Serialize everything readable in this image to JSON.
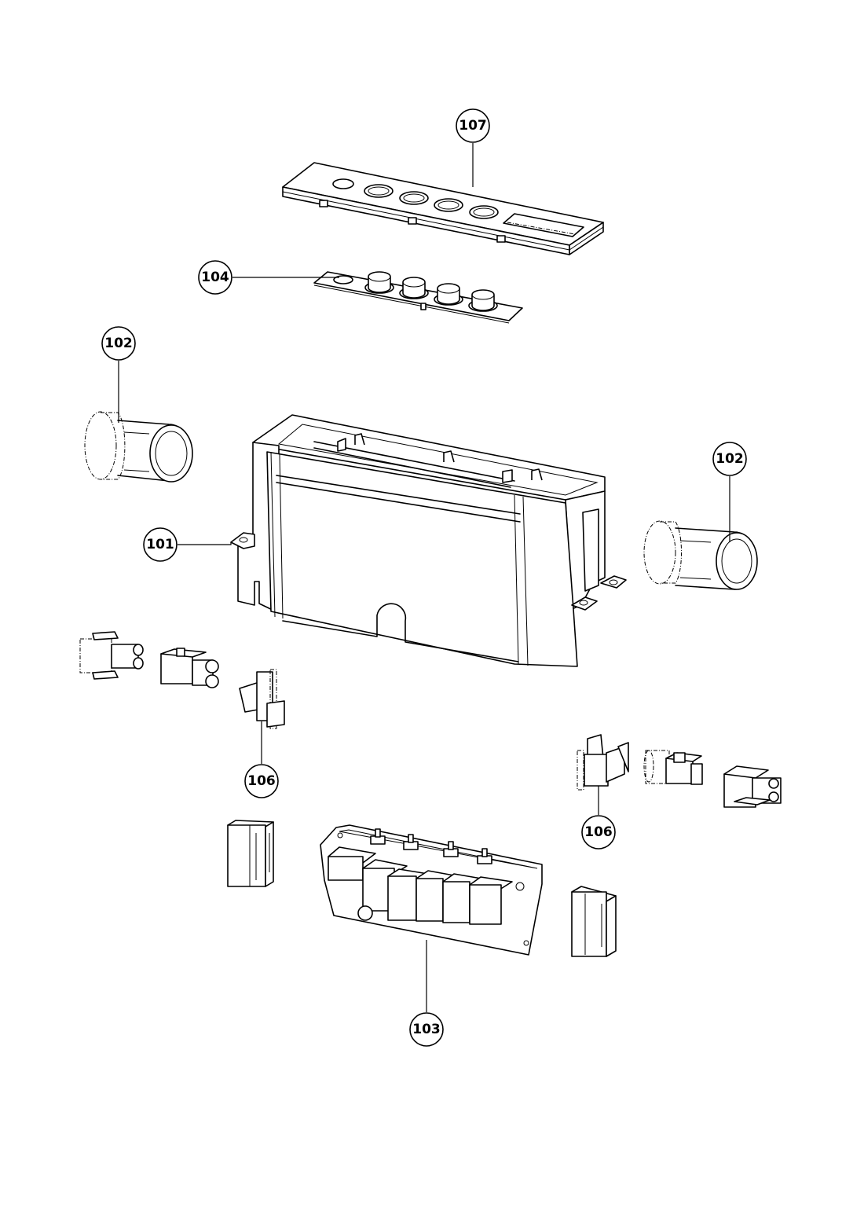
{
  "callouts": [
    {
      "id": "c107",
      "label": "107"
    },
    {
      "id": "c104",
      "label": "104"
    },
    {
      "id": "c102a",
      "label": "102"
    },
    {
      "id": "c102b",
      "label": "102"
    },
    {
      "id": "c101",
      "label": "101"
    },
    {
      "id": "c106a",
      "label": "106"
    },
    {
      "id": "c106b",
      "label": "106"
    },
    {
      "id": "c103",
      "label": "103"
    }
  ]
}
